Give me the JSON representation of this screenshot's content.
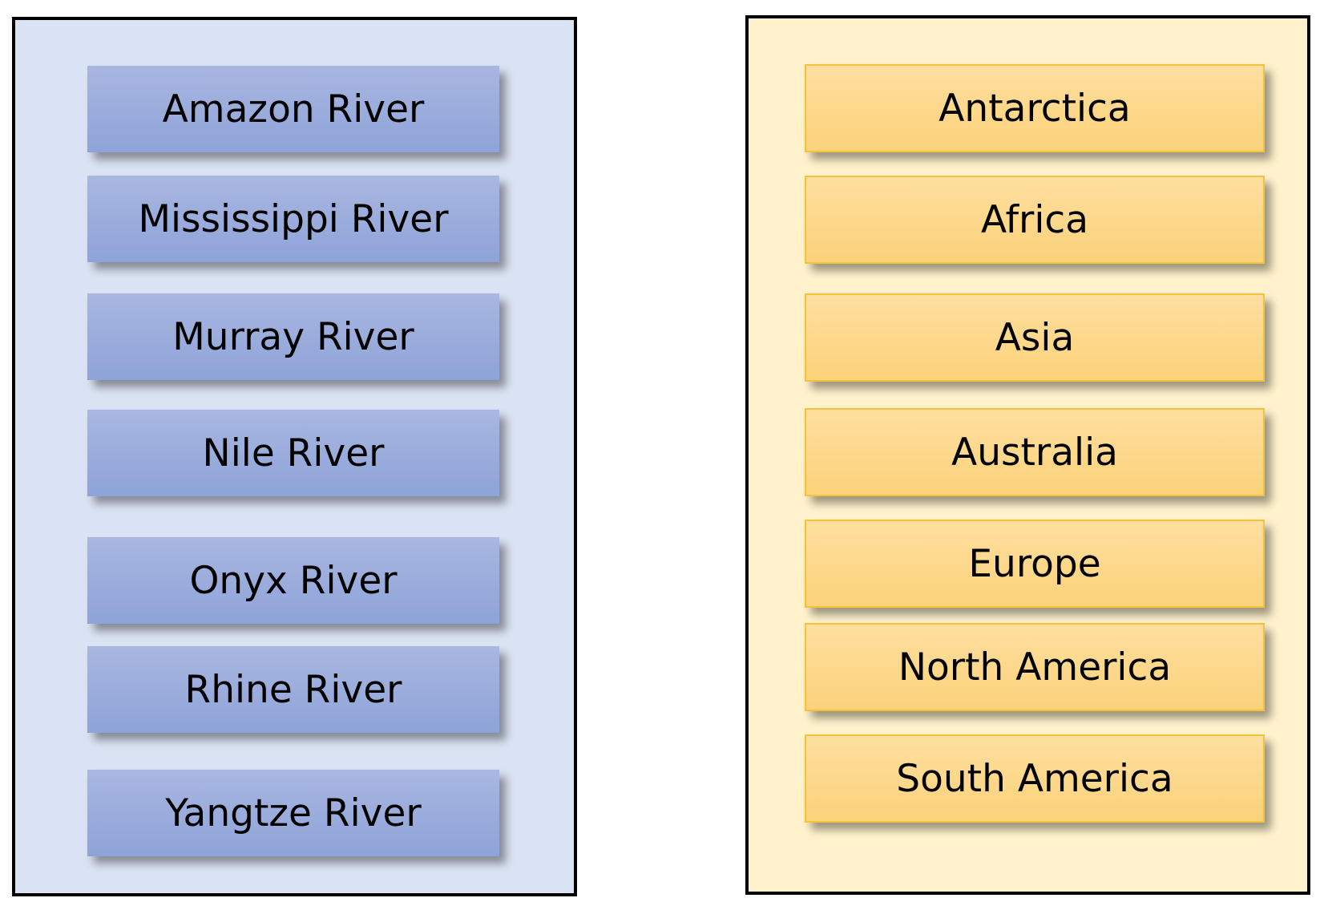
{
  "rivers": {
    "items": [
      "Amazon River",
      "Mississippi River",
      "Murray River",
      "Nile River",
      "Onyx River",
      "Rhine River",
      "Yangtze River"
    ]
  },
  "continents": {
    "items": [
      "Antarctica",
      "Africa",
      "Asia",
      "Australia",
      "Europe",
      "North America",
      "South America"
    ]
  },
  "colors": {
    "rivers_panel_bg": "#dae3f3",
    "rivers_box": "#8ea3d9",
    "continents_panel_bg": "#fff2cc",
    "continents_box": "#fcd27a",
    "continents_box_border": "#f5c23c",
    "panel_border": "#000000"
  }
}
